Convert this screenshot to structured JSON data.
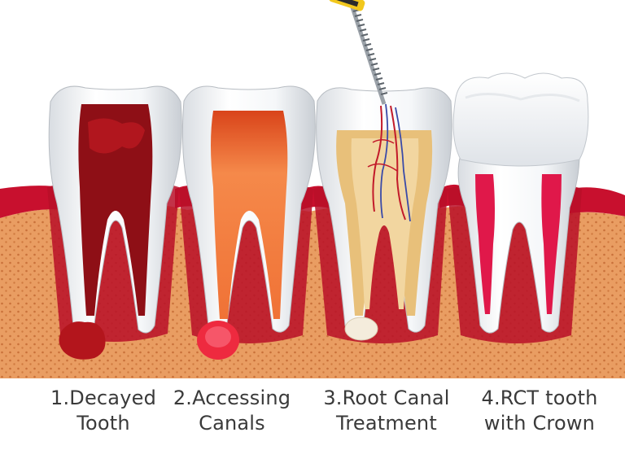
{
  "stages": [
    {
      "line1": "1.Decayed",
      "line2": "Tooth"
    },
    {
      "line1": "2.Accessing",
      "line2": "Canals"
    },
    {
      "line1": "3.Root Canal",
      "line2": "Treatment"
    },
    {
      "line1": "4.RCT tooth",
      "line2": "with Crown"
    }
  ],
  "colors": {
    "bone": "#e89a5e",
    "gum": "#c8102e",
    "enamel": "#f4f6f8",
    "decay": "#8e0f16",
    "accessed_pulp": "#f06a2c",
    "filling": "#e8c07a",
    "crown_pulp": "#e0184a"
  }
}
